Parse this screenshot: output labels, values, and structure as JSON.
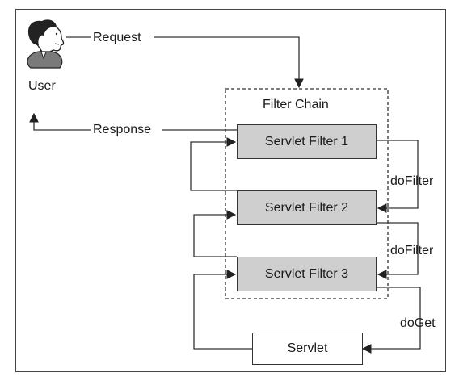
{
  "diagram": {
    "user_label": "User",
    "request_label": "Request",
    "response_label": "Response",
    "chain_title": "Filter Chain",
    "filters": [
      {
        "label": "Servlet Filter 1"
      },
      {
        "label": "Servlet Filter 2"
      },
      {
        "label": "Servlet Filter 3"
      }
    ],
    "servlet_label": "Servlet",
    "edge_labels": {
      "dofilter_1": "doFilter",
      "dofilter_2": "doFilter",
      "doget": "doGet"
    },
    "colors": {
      "filter_fill": "#cfcfcf",
      "line": "#333333",
      "background": "#ffffff"
    }
  }
}
